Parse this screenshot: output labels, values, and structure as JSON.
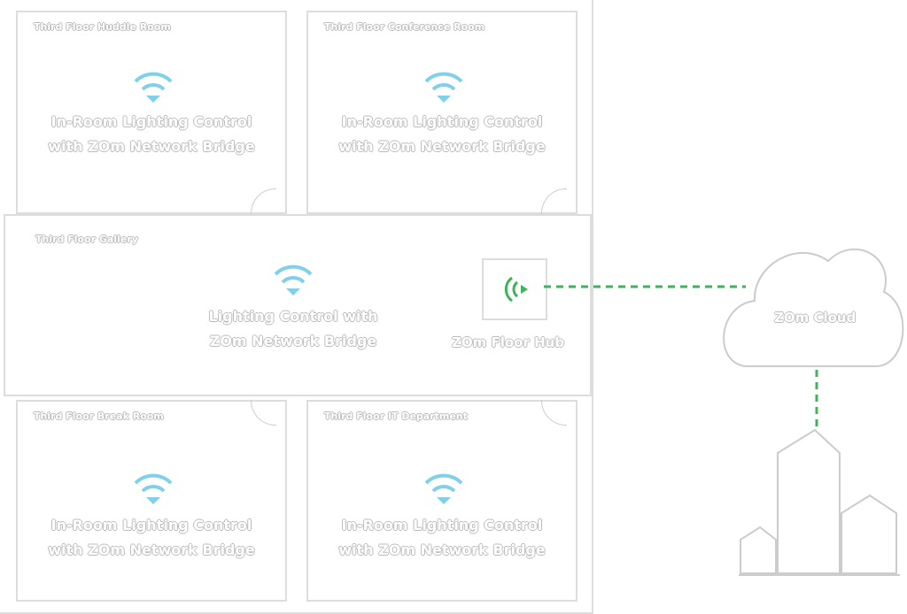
{
  "rooms": [
    {
      "label": "Third Floor Huddle Room",
      "caption1": "In-Room Lighting Control",
      "caption2": "with ZOm Network Bridge"
    },
    {
      "label": "Third Floor Conference Room",
      "caption1": "In-Room Lighting Control",
      "caption2": "with ZOm Network Bridge"
    },
    {
      "label": "Third Floor Break Room",
      "caption1": "In-Room Lighting Control",
      "caption2": "with ZOm Network Bridge"
    },
    {
      "label": "Third Floor IT Department",
      "caption1": "In-Room Lighting Control",
      "caption2": "with ZOm Network Bridge"
    }
  ],
  "gallery": {
    "label": "Third Floor Gallery",
    "caption1": "Lighting Control with",
    "caption2": "ZOm Network Bridge"
  },
  "hub": {
    "label": "ZOm Floor Hub"
  },
  "cloud": {
    "label": "ZOm Cloud"
  },
  "colors": {
    "wifi": "#7fd0ea",
    "link": "#3cb55a"
  }
}
